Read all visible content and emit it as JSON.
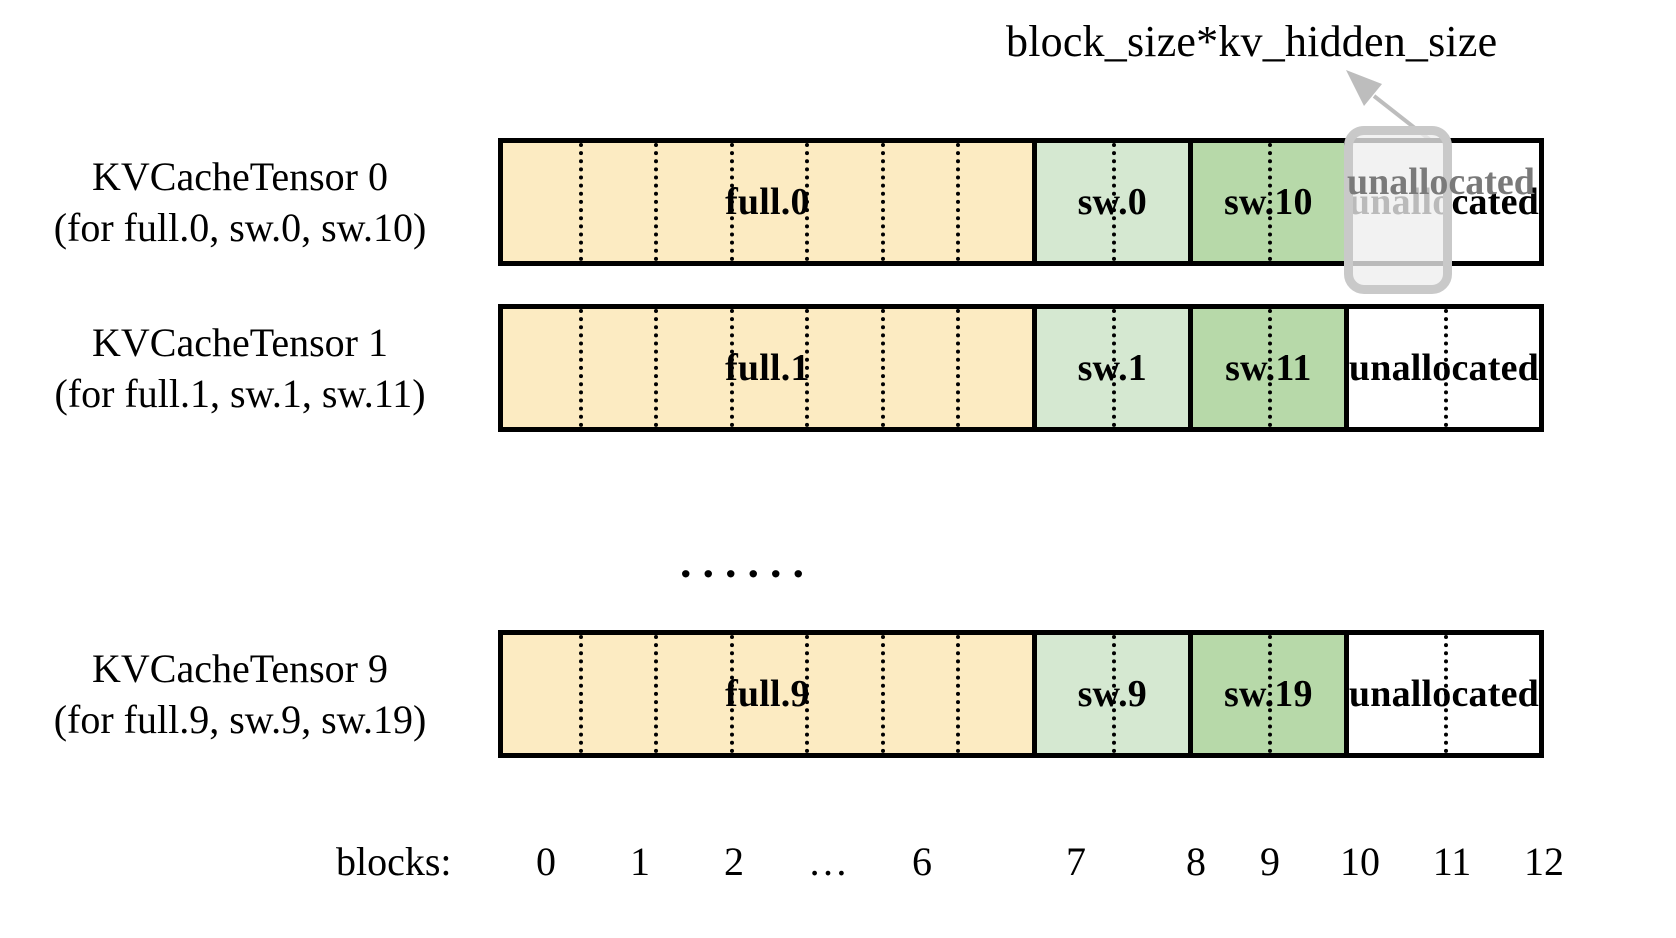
{
  "annotation": {
    "label": "block_size*kv_hidden_size",
    "arrow_icon": "arrow-up-left-icon"
  },
  "colors": {
    "full": "#fcebc2",
    "sliding_window": "#d5e8d1",
    "sliding_window_2": "#b7d9a9",
    "unallocated": "#ffffff",
    "border": "#000000",
    "highlight": "#c9c9c9",
    "highlight_text": "#7a7a7a"
  },
  "rows": [
    {
      "title": "KVCacheTensor 0",
      "subtitle": "(for full.0, sw.0, sw.10)",
      "segments": [
        {
          "label": "full.0",
          "blocks": 7,
          "kind": "full"
        },
        {
          "label": "sw.0",
          "blocks": 2,
          "kind": "sw"
        },
        {
          "label": "sw.10",
          "blocks": 2,
          "kind": "sw2"
        },
        {
          "label": "unallocated",
          "blocks": 2,
          "kind": "un"
        }
      ]
    },
    {
      "title": "KVCacheTensor 1",
      "subtitle": "(for full.1, sw.1, sw.11)",
      "segments": [
        {
          "label": "full.1",
          "blocks": 7,
          "kind": "full"
        },
        {
          "label": "sw.1",
          "blocks": 2,
          "kind": "sw"
        },
        {
          "label": "sw.11",
          "blocks": 2,
          "kind": "sw2"
        },
        {
          "label": "unallocated",
          "blocks": 2,
          "kind": "un"
        }
      ]
    },
    {
      "title": "KVCacheTensor 9",
      "subtitle": "(for full.9, sw.9, sw.19)",
      "segments": [
        {
          "label": "full.9",
          "blocks": 7,
          "kind": "full"
        },
        {
          "label": "sw.9",
          "blocks": 2,
          "kind": "sw"
        },
        {
          "label": "sw.19",
          "blocks": 2,
          "kind": "sw2"
        },
        {
          "label": "unallocated",
          "blocks": 2,
          "kind": "un"
        }
      ]
    }
  ],
  "highlight": {
    "text": "unallocated",
    "over_block": 11
  },
  "ellipsis": "......",
  "axis": {
    "title": "blocks:",
    "ticks": [
      "0",
      "1",
      "2",
      "…",
      "6",
      "7",
      "8",
      "9",
      "10",
      "11",
      "12"
    ]
  }
}
